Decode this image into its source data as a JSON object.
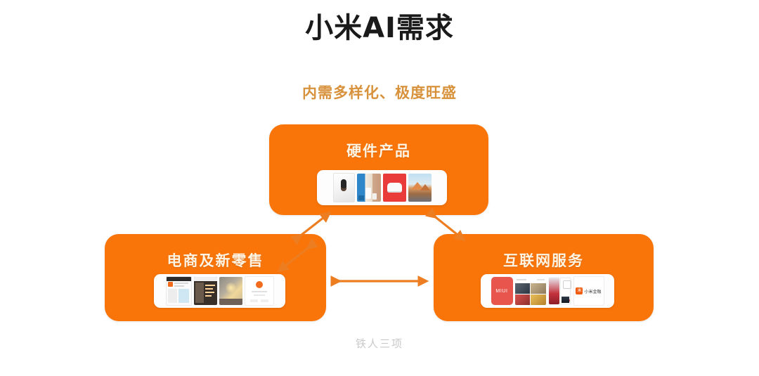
{
  "slide": {
    "title": "小米AI需求",
    "subtitle": "内需多样化、极度旺盛",
    "caption": "铁人三项",
    "colors": {
      "node_fill": "#F97509",
      "node_label": "#FFF3E2",
      "subtitle": "#D8923C",
      "title": "#1A1A1A",
      "caption": "#C9C9C9",
      "arrow": "#ED7D21",
      "background": "#FFFFFF"
    }
  },
  "nodes": [
    {
      "id": "hardware",
      "label": "硬件产品",
      "thumbnails": [
        {
          "name": "smartphone-back-thumbnail",
          "alt": "白色手机背面摄像头"
        },
        {
          "name": "home-appliance-scene-thumbnail",
          "alt": "蓝色家居场景产品"
        },
        {
          "name": "rice-cooker-red-thumbnail",
          "alt": "红底白色电饭煲"
        },
        {
          "name": "smart-tv-landscape-thumbnail",
          "alt": "电视机山景画面"
        }
      ]
    },
    {
      "id": "ecommerce",
      "label": "电商及新零售",
      "thumbnails": [
        {
          "name": "mi-shop-app-screen-thumbnail",
          "alt": "小米商城App界面"
        },
        {
          "name": "dark-catalog-screen-thumbnail",
          "alt": "深色商品列表界面"
        },
        {
          "name": "retail-store-interior-thumbnail",
          "alt": "小米之家店面实景"
        },
        {
          "name": "brand-card-thumbnail",
          "alt": "白底橙色圆形标志卡片"
        }
      ]
    },
    {
      "id": "internet-services",
      "label": "互联网服务",
      "thumbnails": [
        {
          "name": "miui-logo-thumbnail",
          "alt": "MIUI 红色图标",
          "text": "MIUI"
        },
        {
          "name": "content-grid-thumbnail",
          "alt": "资讯图片宫格"
        },
        {
          "name": "app-screenshot-thumbnail",
          "alt": "手机应用截图"
        },
        {
          "name": "xiaomi-finance-logo-thumbnail",
          "alt": "小米金融标志",
          "text": "小米金融",
          "mark": "米"
        }
      ]
    }
  ],
  "connectors": [
    {
      "name": "connector-ecommerce-hardware",
      "type": "double-arrow",
      "direction": "diagonal-up-right"
    },
    {
      "name": "connector-hardware-internet",
      "type": "double-arrow",
      "direction": "diagonal-down-right"
    },
    {
      "name": "connector-ecommerce-internet",
      "type": "double-arrow",
      "direction": "horizontal"
    }
  ]
}
